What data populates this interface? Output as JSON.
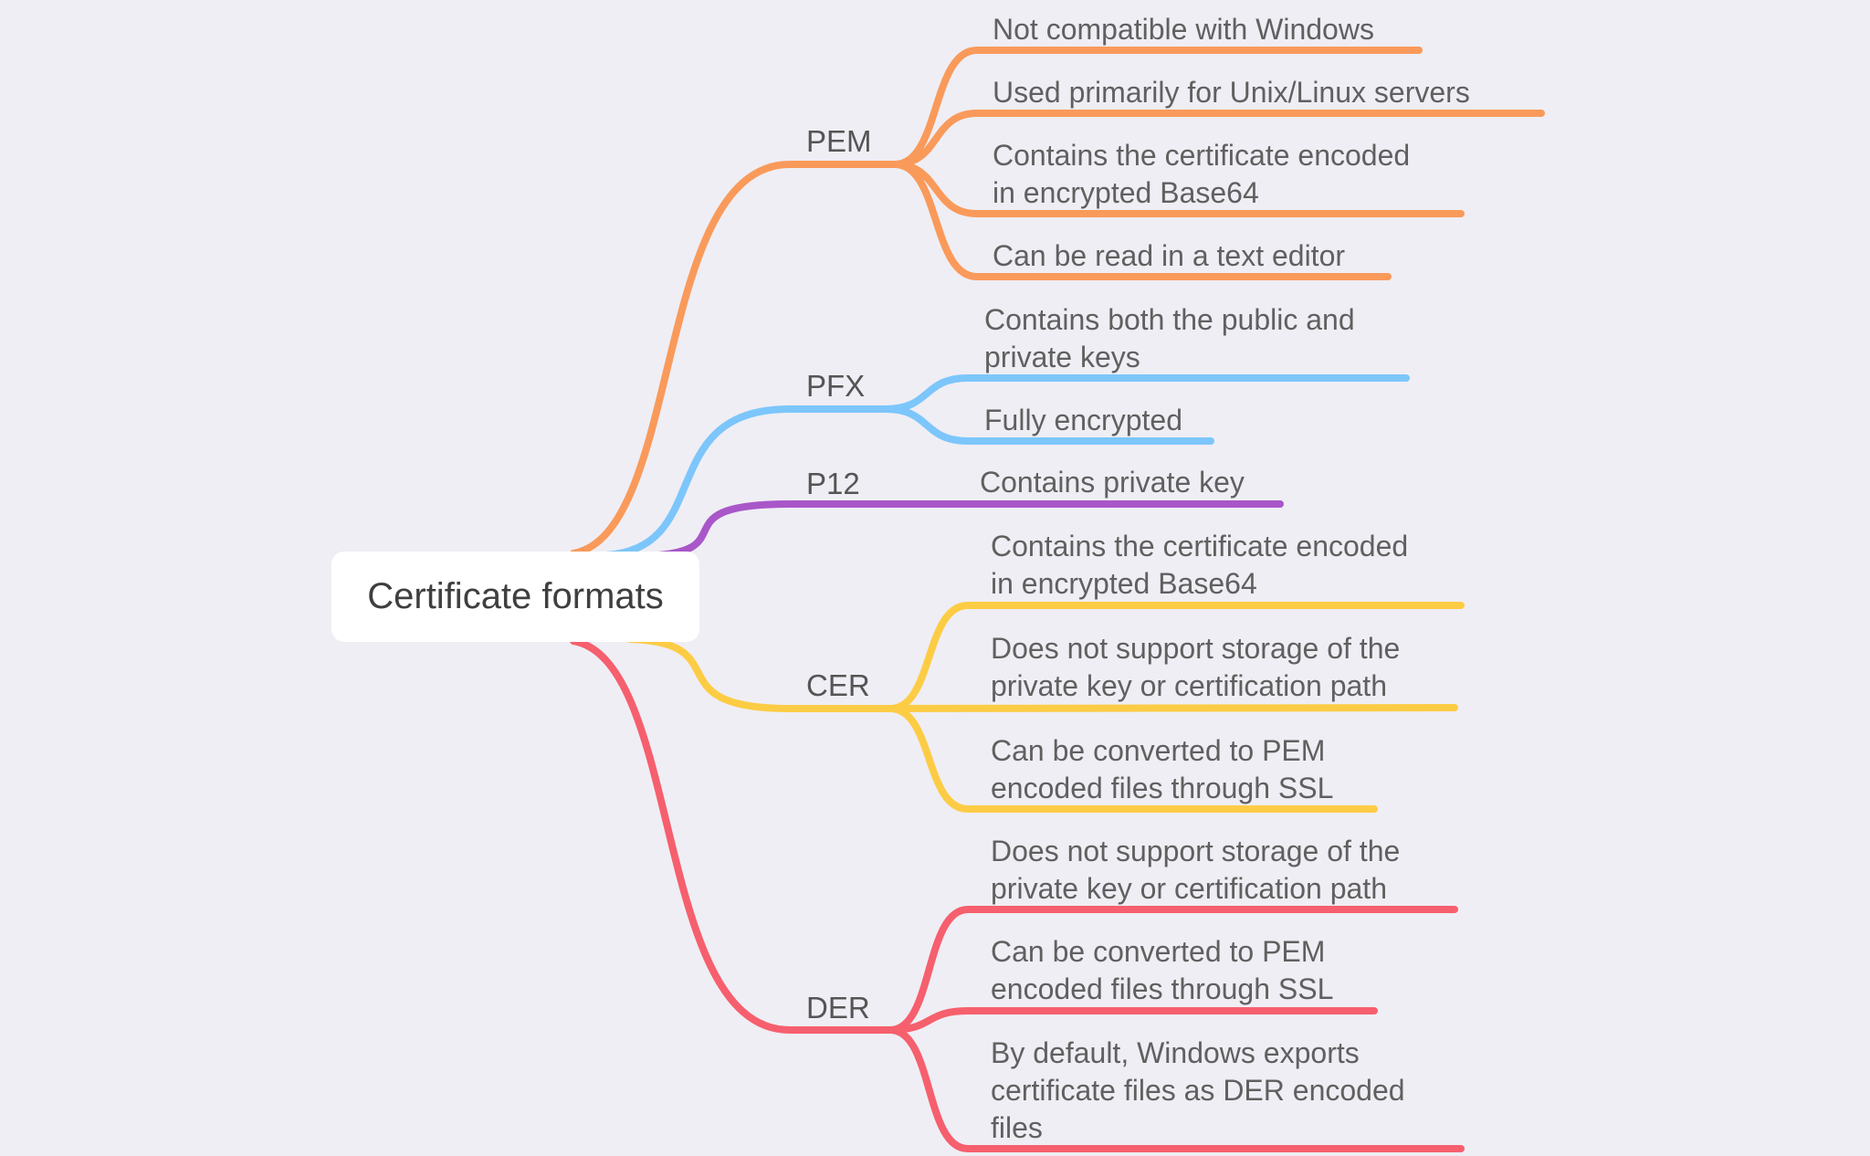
{
  "root": {
    "label": "Certificate formats"
  },
  "colors": {
    "background": "#efeef4",
    "pem": "#f99a5b",
    "pfx": "#7cc6fb",
    "p12": "#a956c9",
    "cer": "#fdcc45",
    "der": "#f65f6d"
  },
  "branches": [
    {
      "label": "PEM",
      "color_key": "pem",
      "leaves": [
        {
          "lines": [
            "Not compatible with Windows"
          ]
        },
        {
          "lines": [
            "Used primarily for Unix/Linux servers"
          ]
        },
        {
          "lines": [
            "Contains the certificate encoded",
            "in encrypted Base64"
          ]
        },
        {
          "lines": [
            "Can be read in a text editor"
          ]
        }
      ]
    },
    {
      "label": "PFX",
      "color_key": "pfx",
      "leaves": [
        {
          "lines": [
            "Contains both the public and",
            "private keys"
          ]
        },
        {
          "lines": [
            "Fully encrypted"
          ]
        }
      ]
    },
    {
      "label": "P12",
      "color_key": "p12",
      "leaves": [
        {
          "lines": [
            "Contains private key"
          ]
        }
      ]
    },
    {
      "label": "CER",
      "color_key": "cer",
      "leaves": [
        {
          "lines": [
            "Contains the certificate encoded",
            "in encrypted Base64"
          ]
        },
        {
          "lines": [
            "Does not support storage of the",
            "private key or certification path"
          ]
        },
        {
          "lines": [
            "Can be converted to PEM",
            "encoded files through SSL"
          ]
        }
      ]
    },
    {
      "label": "DER",
      "color_key": "der",
      "leaves": [
        {
          "lines": [
            "Does not support storage of the",
            "private key or certification path"
          ]
        },
        {
          "lines": [
            "Can be converted to PEM",
            "encoded files through SSL"
          ]
        },
        {
          "lines": [
            "By default, Windows exports",
            "certificate files as DER encoded",
            "files"
          ]
        }
      ]
    }
  ]
}
